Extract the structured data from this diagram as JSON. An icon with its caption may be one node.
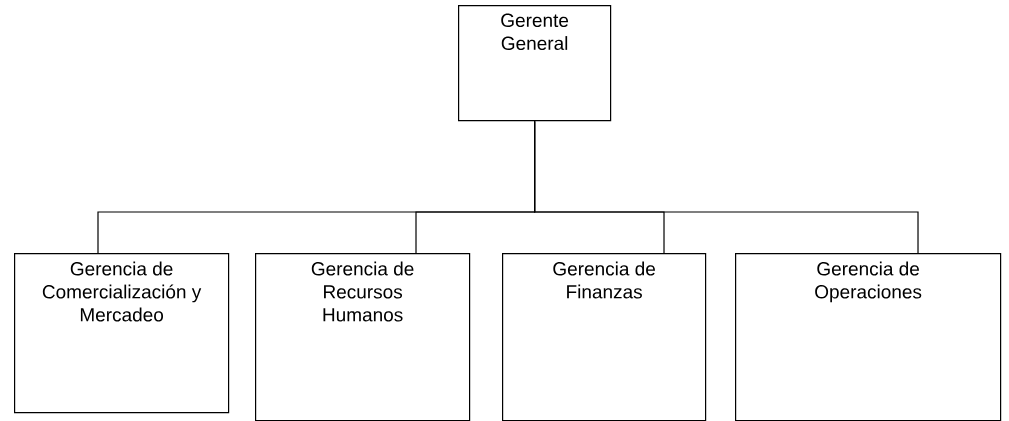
{
  "diagram": {
    "nodes": [
      {
        "text": [
          "Gerente General"
        ]
      },
      {
        "text": [
          "Gerencia de Comercialización y Mercadeo"
        ]
      },
      {
        "text": [
          "Gerencia de Recursos Humanos"
        ]
      },
      {
        "text": [
          "Gerencia de Finanzas"
        ]
      },
      {
        "text": [
          "Gerencia de Operaciones"
        ]
      }
    ],
    "edges": [
      {
        "from": 0,
        "to": 1,
        "arrow": "none"
      },
      {
        "from": 0,
        "to": 2,
        "arrow": "none"
      },
      {
        "from": 0,
        "to": 3,
        "arrow": "none"
      },
      {
        "from": 0,
        "to": 4,
        "arrow": "none"
      }
    ]
  }
}
